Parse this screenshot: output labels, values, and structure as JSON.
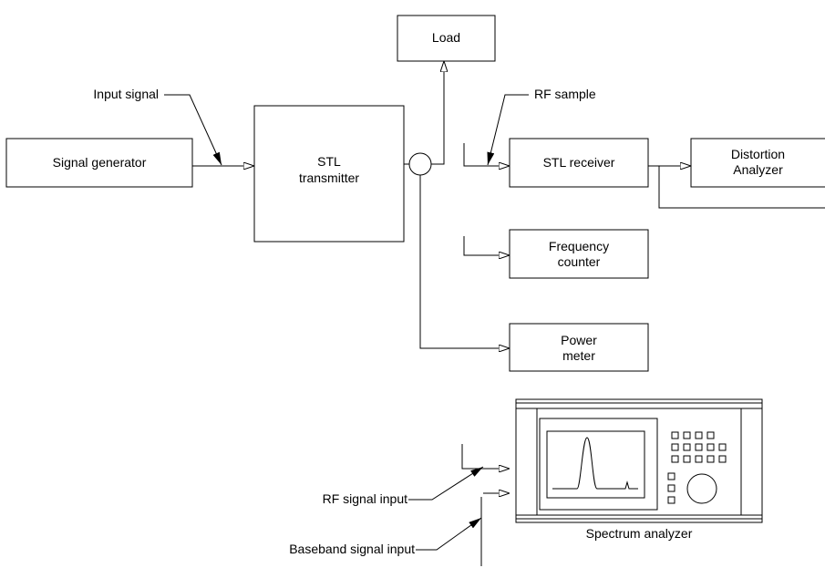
{
  "blocks": {
    "load": "Load",
    "signal_generator": "Signal generator",
    "stl_transmitter_line1": "STL",
    "stl_transmitter_line2": "transmitter",
    "stl_receiver": "STL receiver",
    "distortion_line1": "Distortion",
    "distortion_line2": "Analyzer",
    "frequency_line1": "Frequency",
    "frequency_line2": "counter",
    "power_line1": "Power",
    "power_line2": "meter",
    "spectrum_analyzer": "Spectrum analyzer"
  },
  "callouts": {
    "input_signal": "Input signal",
    "rf_sample": "RF sample",
    "rf_signal_input": "RF signal input",
    "baseband_signal_input": "Baseband signal input"
  }
}
